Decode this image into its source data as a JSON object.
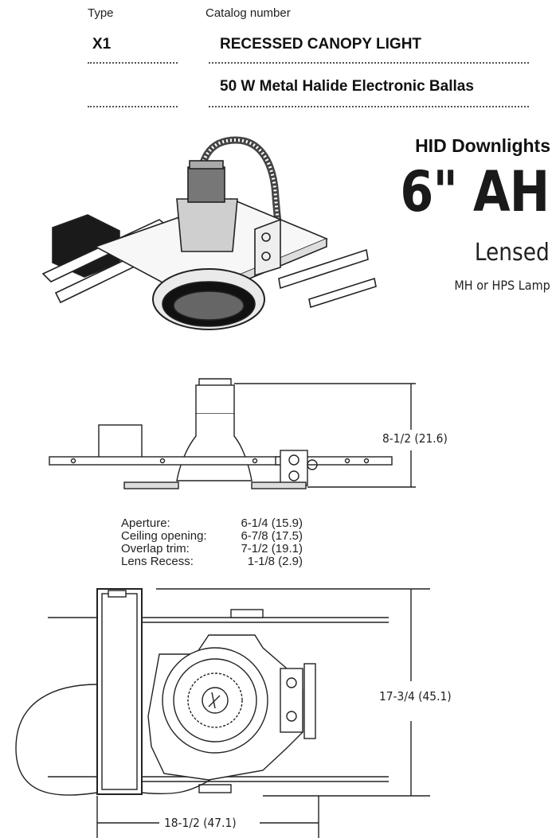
{
  "header": {
    "type_label": "Type",
    "type_value": "X1",
    "catalog_label": "Catalog number",
    "catalog_line1": "RECESSED CANOPY LIGHT",
    "catalog_line2": "50 W  Metal Halide Electronic Ballas"
  },
  "product": {
    "category": "HID Downlights",
    "model": "6\" AH",
    "variant": "Lensed",
    "lamp": "MH or HPS Lamp"
  },
  "dimensions": {
    "height": "8-1/2 (21.6)",
    "width": "17-3/4 (45.1)",
    "length": "18-1/2 (47.1)"
  },
  "specs": [
    {
      "label": "Aperture:",
      "value": "6-1/4 (15.9)"
    },
    {
      "label": "Ceiling opening:",
      "value": "6-7/8 (17.5)"
    },
    {
      "label": "Overlap trim:",
      "value": "7-1/2 (19.1)"
    },
    {
      "label": "Lens  Recess:",
      "value": "1-1/8  (2.9)"
    }
  ]
}
